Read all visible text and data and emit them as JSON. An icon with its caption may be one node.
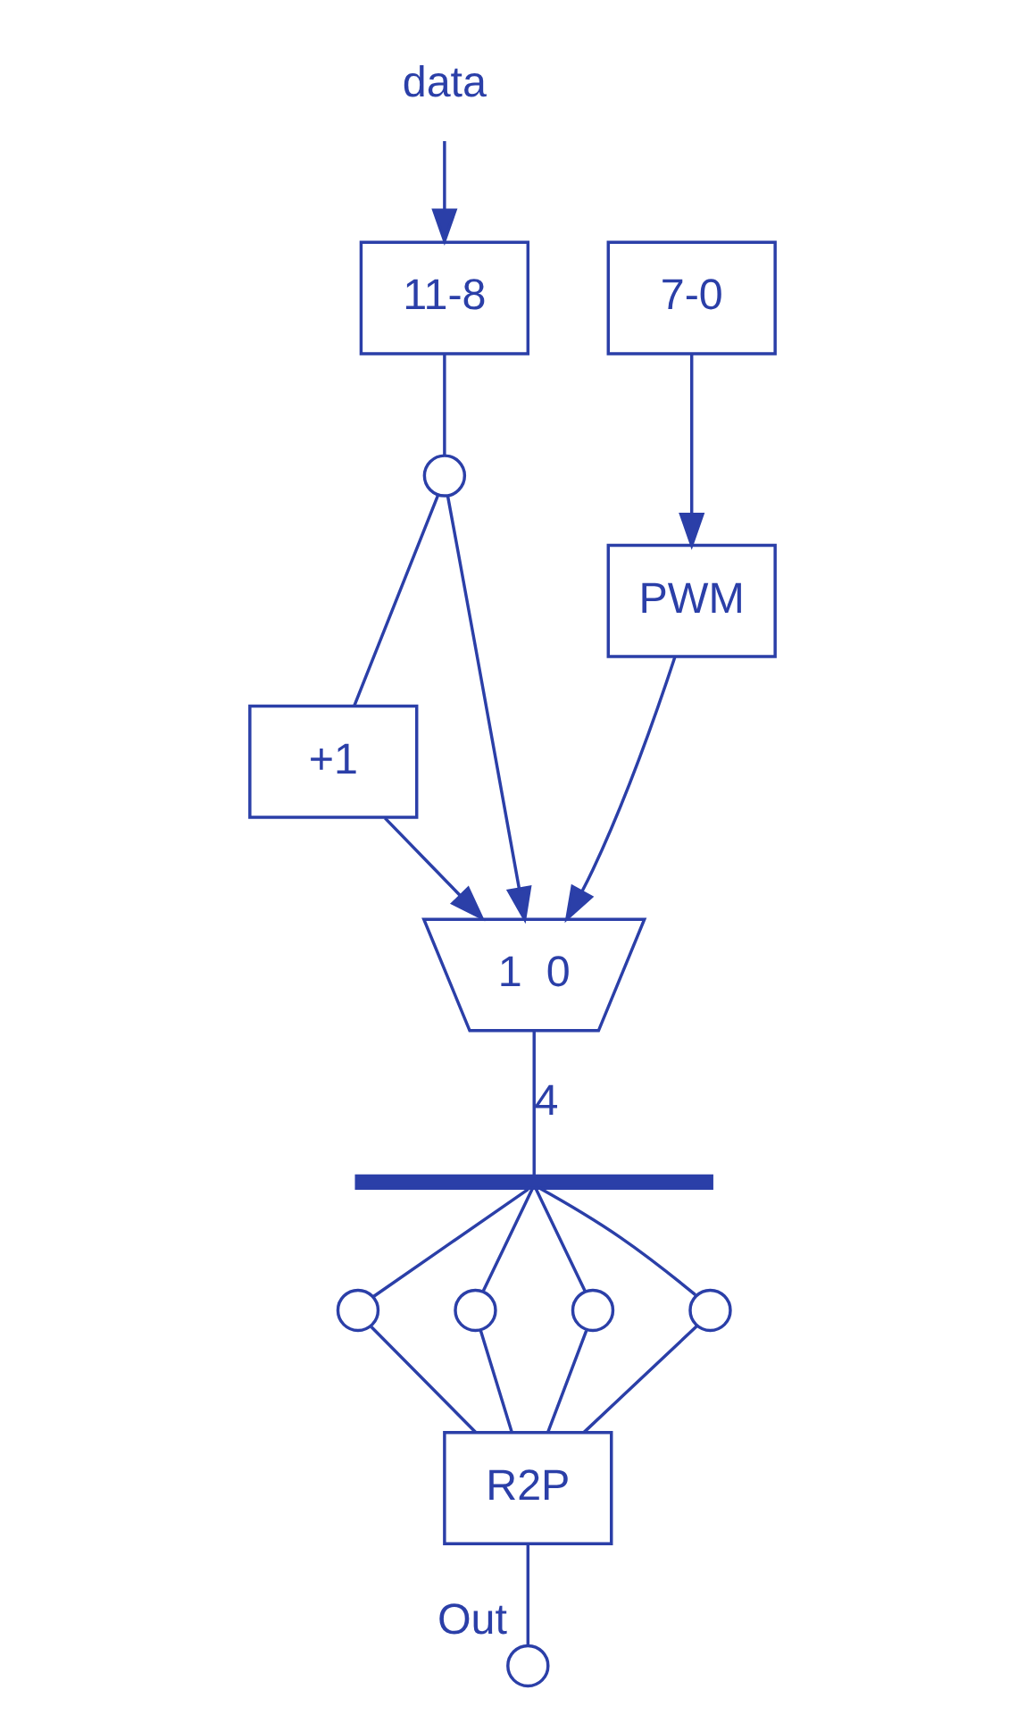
{
  "diagram": {
    "nodes": [
      {
        "text": [
          "data"
        ]
      },
      {
        "text": [
          "11-8"
        ]
      },
      {
        "text": [
          "7-0"
        ]
      },
      {
        "text": [],
        "shape": "circle"
      },
      {
        "text": [
          "+1"
        ]
      },
      {
        "text": [
          "PWM"
        ]
      },
      {
        "text": [
          "1",
          "0"
        ]
      },
      {
        "text": [],
        "shape": "bar"
      },
      {
        "text": [],
        "shape": "circle"
      },
      {
        "text": [],
        "shape": "circle"
      },
      {
        "text": [],
        "shape": "circle"
      },
      {
        "text": [],
        "shape": "circle"
      },
      {
        "text": [
          "R2P"
        ]
      },
      {
        "text": [],
        "shape": "circle",
        "beside": [
          "Out"
        ]
      }
    ],
    "edges": [
      {
        "from": 0,
        "to": 1,
        "arrow": "to"
      },
      {
        "from": 1,
        "to": 3,
        "arrow": "none"
      },
      {
        "from": 3,
        "to": 4,
        "arrow": "none"
      },
      {
        "from": 3,
        "to": 6,
        "arrow": "to"
      },
      {
        "from": 4,
        "to": 6,
        "arrow": "to"
      },
      {
        "from": 2,
        "to": 5,
        "arrow": "to"
      },
      {
        "from": 5,
        "to": 6,
        "arrow": "to"
      },
      {
        "from": 6,
        "to": 7,
        "arrow": "none",
        "label": "4"
      },
      {
        "from": 7,
        "to": 8,
        "arrow": "none"
      },
      {
        "from": 7,
        "to": 9,
        "arrow": "none"
      },
      {
        "from": 7,
        "to": 10,
        "arrow": "none"
      },
      {
        "from": 7,
        "to": 11,
        "arrow": "none"
      },
      {
        "from": 8,
        "to": 12,
        "arrow": "none"
      },
      {
        "from": 9,
        "to": 12,
        "arrow": "none"
      },
      {
        "from": 10,
        "to": 12,
        "arrow": "none"
      },
      {
        "from": 11,
        "to": 12,
        "arrow": "none"
      },
      {
        "from": 12,
        "to": 13,
        "arrow": "none"
      }
    ]
  }
}
